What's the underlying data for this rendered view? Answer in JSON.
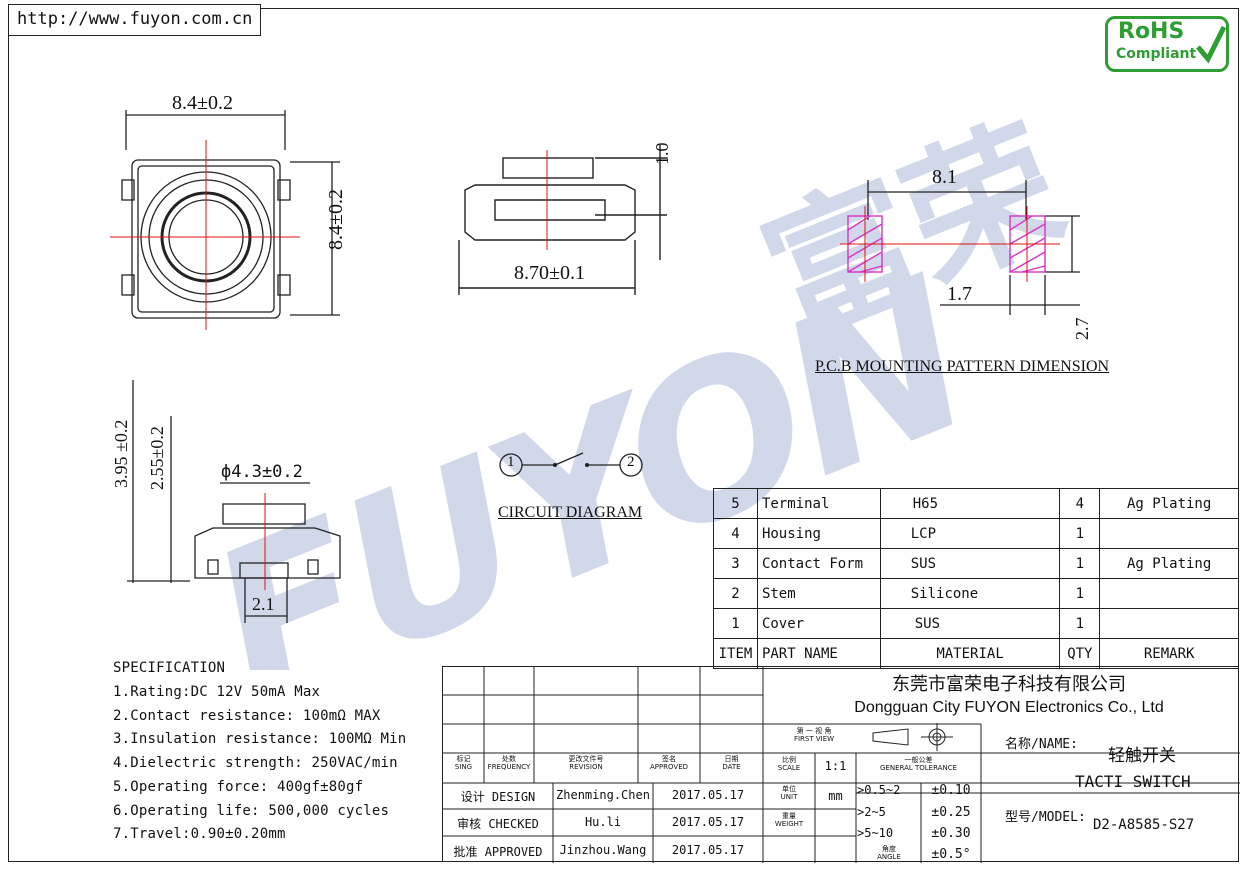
{
  "url": "http://www.fuyon.com.cn",
  "logo": {
    "text": "RoHS",
    "sub": "Compliant",
    "color": "#2e9e33"
  },
  "watermark": {
    "text": "FUYON富荣",
    "color": "#c9d2e6"
  },
  "dims": {
    "top_width": "8.4±0.2",
    "top_height": "8.4±0.2",
    "side_height": "1.0",
    "side_width": "8.70±0.1",
    "pcb_span": "8.1",
    "pcb_pad": "1.7",
    "pcb_height": "2.7",
    "pcb_title": "P.C.B MOUNTING PATTERN DIMENSION",
    "front_total": "3.95 ±0.2",
    "front_body": "2.55±0.2",
    "front_dia": "ф4.3±0.2",
    "front_base": "2.1"
  },
  "circuit": {
    "label": "CIRCUIT DIAGRAM",
    "pin1": "1",
    "pin2": "2"
  },
  "spec": {
    "title": "SPECIFICATION",
    "items": [
      "1.Rating:DC 12V 50mA Max",
      "2.Contact resistance: 100mΩ MAX",
      "3.Insulation resistance:  100MΩ Min",
      "4.Dielectric strength:   250VAC/min",
      "5.Operating force: 400gf±80gf",
      "6.Operating life: 500,000 cycles",
      "7.Travel:0.90±0.20mm"
    ]
  },
  "bom": {
    "rows": [
      {
        "item": "5",
        "part": "Terminal",
        "material": "H65",
        "qty": "4",
        "remark": "Ag Plating"
      },
      {
        "item": "4",
        "part": "Housing",
        "material": "LCP",
        "qty": "1",
        "remark": ""
      },
      {
        "item": "3",
        "part": "Contact Form",
        "material": "SUS",
        "qty": "1",
        "remark": "Ag Plating"
      },
      {
        "item": "2",
        "part": "Stem",
        "material": "Silicone",
        "qty": "1",
        "remark": ""
      },
      {
        "item": "1",
        "part": "Cover",
        "material": "SUS",
        "qty": "1",
        "remark": ""
      }
    ],
    "header": {
      "item": "ITEM",
      "part": "PART NAME",
      "material": "MATERIAL",
      "qty": "QTY",
      "remark": "REMARK"
    }
  },
  "title_block": {
    "company_cn": "东莞市富荣电子科技有限公司",
    "company_en": "Dongguan City FUYON Electronics Co., Ltd",
    "hdr_sign": "标记",
    "hdr_sign_en": "SING",
    "hdr_freq": "处数",
    "hdr_freq_en": "FREQUENCY",
    "hdr_rev": "更改文件号",
    "hdr_rev_en": "REVISION",
    "hdr_appr": "签名",
    "hdr_appr_en": "APPROVED",
    "hdr_date": "日期",
    "hdr_date_en": "DATE",
    "first_view": "第 一 视 角",
    "first_view_en": "FIRST VIEW",
    "scale_cn": "比例",
    "scale_en": "SCALE",
    "scale": "1:1",
    "unit_cn": "单位",
    "unit_en": "UNIT",
    "unit": "mm",
    "weight_cn": "重量",
    "weight_en": "WEIGHT",
    "tol_cn": "一般公差",
    "tol_en": "GENERAL TOLERANCE",
    "tol": [
      {
        "range": ">0.5~2",
        "val": "±0.10"
      },
      {
        "range": ">2~5",
        "val": "±0.25"
      },
      {
        "range": ">5~10",
        "val": "±0.30"
      },
      {
        "range": "角度",
        "range_en": "ANGLE",
        "val": "±0.5°"
      }
    ],
    "design_label": "设计 DESIGN",
    "design_name": "Zhenming.Chen",
    "design_date": "2017.05.17",
    "check_label": "审核 CHECKED",
    "check_name": "Hu.li",
    "check_date": "2017.05.17",
    "appr_label": "批准 APPROVED",
    "appr_name": "Jinzhou.Wang",
    "appr_date": "2017.05.17",
    "name_label": "名称/NAME:",
    "name_cn": "轻触开关",
    "name_en": "TACTI  SWITCH",
    "model_label": "型号/MODEL:",
    "model": "D2-A8585-S27"
  }
}
